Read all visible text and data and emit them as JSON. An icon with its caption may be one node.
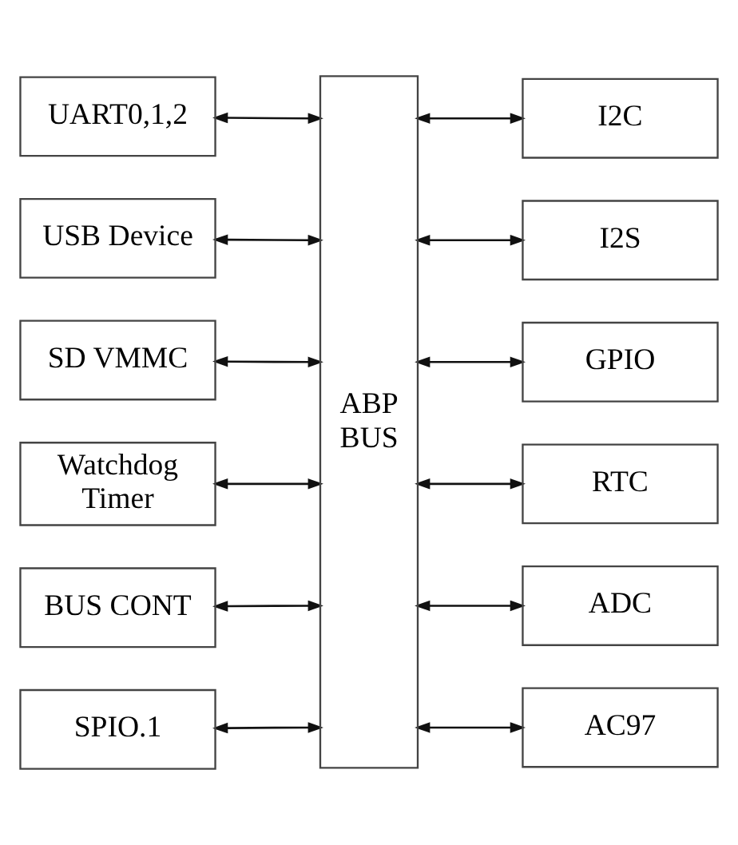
{
  "diagram": {
    "nodes": [
      {
        "text": [
          "UART0,1,2"
        ]
      },
      {
        "text": [
          "USB Device"
        ]
      },
      {
        "text": [
          "SD VMMC"
        ]
      },
      {
        "text": [
          "Watchdog Timer"
        ]
      },
      {
        "text": [
          "BUS CONT"
        ]
      },
      {
        "text": [
          "SPIO.1"
        ]
      },
      {
        "text": [
          "ABP BUS"
        ]
      },
      {
        "text": [
          "I2C"
        ]
      },
      {
        "text": [
          "I2S"
        ]
      },
      {
        "text": [
          "GPIO"
        ]
      },
      {
        "text": [
          "RTC"
        ]
      },
      {
        "text": [
          "ADC"
        ]
      },
      {
        "text": [
          "AC97"
        ]
      }
    ],
    "edges": [
      {
        "from": 0,
        "to": 6,
        "arrow": "both"
      },
      {
        "from": 1,
        "to": 6,
        "arrow": "both"
      },
      {
        "from": 2,
        "to": 6,
        "arrow": "both"
      },
      {
        "from": 3,
        "to": 6,
        "arrow": "both"
      },
      {
        "from": 4,
        "to": 6,
        "arrow": "both"
      },
      {
        "from": 5,
        "to": 6,
        "arrow": "both"
      },
      {
        "from": 6,
        "to": 7,
        "arrow": "both"
      },
      {
        "from": 6,
        "to": 8,
        "arrow": "both"
      },
      {
        "from": 6,
        "to": 9,
        "arrow": "both"
      },
      {
        "from": 6,
        "to": 10,
        "arrow": "both"
      },
      {
        "from": 6,
        "to": 11,
        "arrow": "both"
      },
      {
        "from": 6,
        "to": 12,
        "arrow": "both"
      }
    ]
  }
}
